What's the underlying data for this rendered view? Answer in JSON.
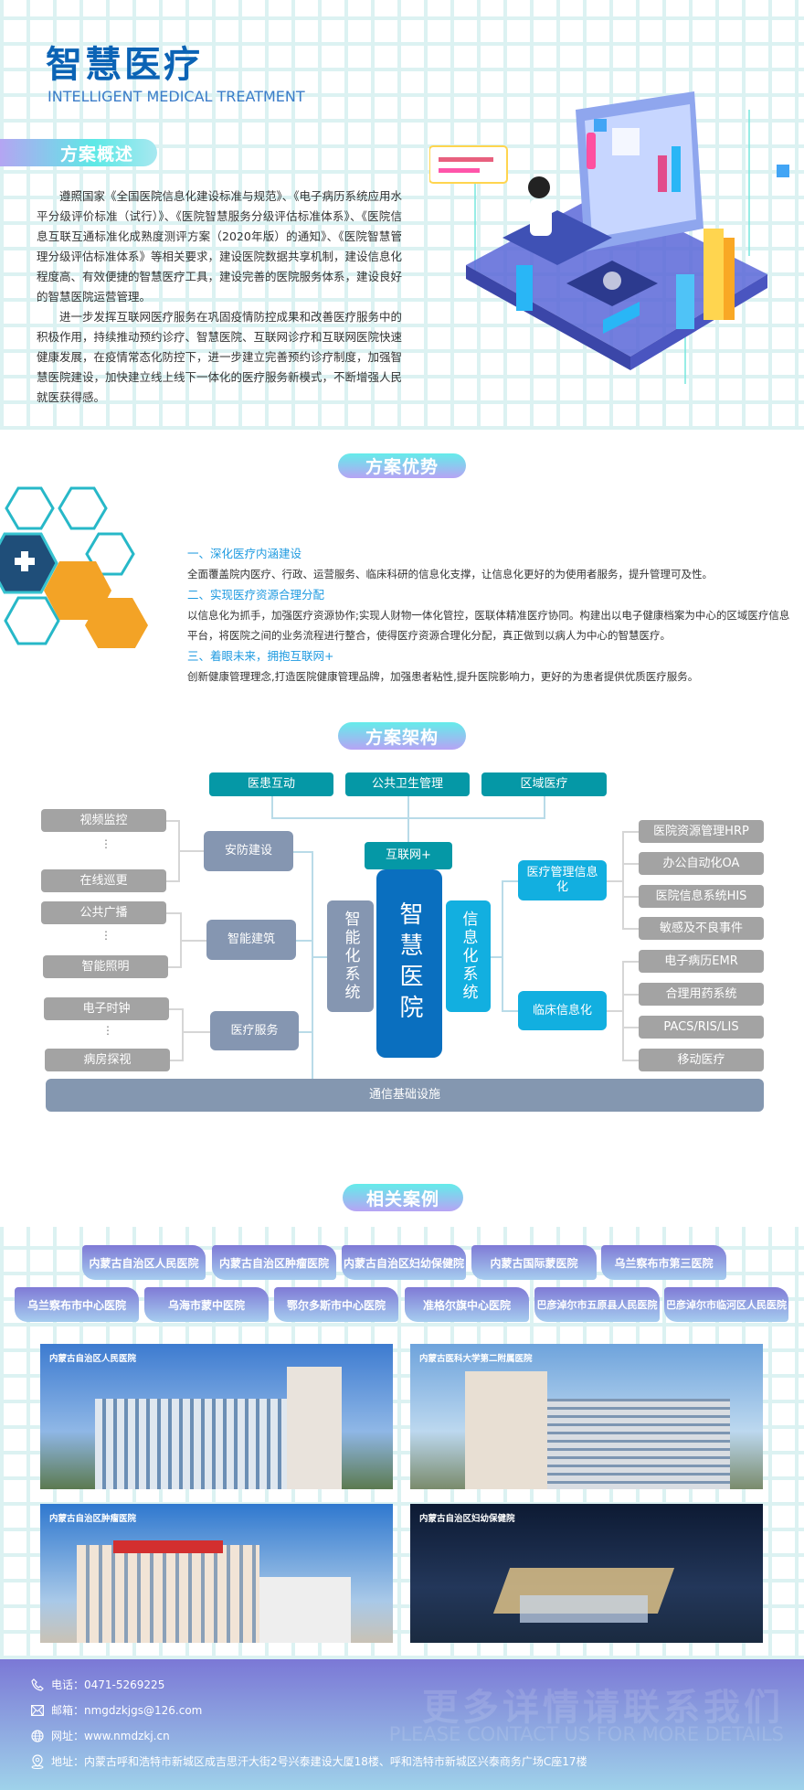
{
  "header": {
    "title": "智慧医疗",
    "subtitle": "INTELLIGENT MEDICAL TREATMENT"
  },
  "overview": {
    "label": "方案概述",
    "paragraphs": [
      "遵照国家《全国医院信息化建设标准与规范》、《电子病历系统应用水平分级评价标准（试行）》、《医院智慧服务分级评估标准体系》、《医院信息互联互通标准化成熟度测评方案（2020年版）的通知》、《医院智慧管理分级评估标准体系》等相关要求，建设医院数据共享机制，建设信息化程度高、有效便捷的智慧医疗工具，建设完善的医院服务体系，建设良好的智慧医院运营管理。",
      "进一步发挥互联网医疗服务在巩固疫情防控成果和改善医疗服务中的积极作用，持续推动预约诊疗、智慧医院、互联网诊疗和互联网医院快速健康发展，在疫情常态化防控下，进一步建立完善预约诊疗制度，加强智慧医院建设，加快建立线上线下一体化的医疗服务新模式，不断增强人民就医获得感。"
    ]
  },
  "advantages": {
    "label": "方案优势",
    "items": [
      {
        "title": "一、深化医疗内涵建设",
        "text": "全面覆盖院内医疗、行政、运营服务、临床科研的信息化支撑，让信息化更好的为使用者服务，提升管理可及性。"
      },
      {
        "title": "二、实现医疗资源合理分配",
        "text": "以信息化为抓手，加强医疗资源协作;实现人财物一体化管控，医联体精准医疗协同。构建出以电子健康档案为中心的区域医疗信息平台，将医院之间的业务流程进行整合，使得医疗资源合理化分配，真正做到以病人为中心的智慧医疗。"
      },
      {
        "title": "三、着眼未来，拥抱互联网+",
        "text": "创新健康管理理念,打造医院健康管理品牌，加强患者粘性,提升医院影响力，更好的为患者提供优质医疗服务。"
      }
    ]
  },
  "architecture": {
    "label": "方案架构",
    "top": [
      "医患互动",
      "公共卫生管理",
      "区域医疗"
    ],
    "internet": "互联网+",
    "center": "智慧医院",
    "smart": "智能化系统",
    "info": "信息化系统",
    "left_mid": [
      "安防建设",
      "智能建筑",
      "医疗服务"
    ],
    "left_far": [
      "视频监控",
      "在线巡更",
      "公共广播",
      "智能照明",
      "电子时钟",
      "病房探视"
    ],
    "dots": "⋮",
    "right_mid": [
      "医疗管理信息化",
      "临床信息化"
    ],
    "right_far": [
      "医院资源管理HRP",
      "办公自动化OA",
      "医院信息系统HIS",
      "敏感及不良事件",
      "电子病历EMR",
      "合理用药系统",
      "PACS/RIS/LIS",
      "移动医疗"
    ],
    "bottom": "通信基础设施"
  },
  "cases": {
    "label": "相关案例",
    "row1": [
      "内蒙古自治区人民医院",
      "内蒙古自治区肿瘤医院",
      "内蒙古自治区妇幼保健院",
      "内蒙古国际蒙医院",
      "乌兰察布市第三医院"
    ],
    "row2": [
      "乌兰察布市中心医院",
      "乌海市蒙中医院",
      "鄂尔多斯市中心医院",
      "准格尔旗中心医院",
      "巴彦淖尔市五原县人民医院",
      "巴彦淖尔市临河区人民医院"
    ],
    "photos": [
      "内蒙古自治区人民医院",
      "内蒙古医科大学第二附属医院",
      "内蒙古自治区肿瘤医院",
      "内蒙古自治区妇幼保健院"
    ]
  },
  "footer": {
    "phone_label": "电话：",
    "phone": "0471-5269225",
    "email_label": "邮箱：",
    "email": "nmgdzkjgs@126.com",
    "web_label": "网址：",
    "web": "www.nmdzkj.cn",
    "addr_label": "地址：",
    "addr": "内蒙古呼和浩特市新城区成吉思汗大街2号兴泰建设大厦18楼、呼和浩特市新城区兴泰商务广场C座17楼",
    "watermark_cn": "更多详情请联系我们",
    "watermark_en": "PLEASE CONTACT US FOR MORE DETAILS"
  },
  "colors": {
    "primary": "#0b63b5",
    "teal": "#0598a6",
    "accent": "#1e9ae0"
  }
}
